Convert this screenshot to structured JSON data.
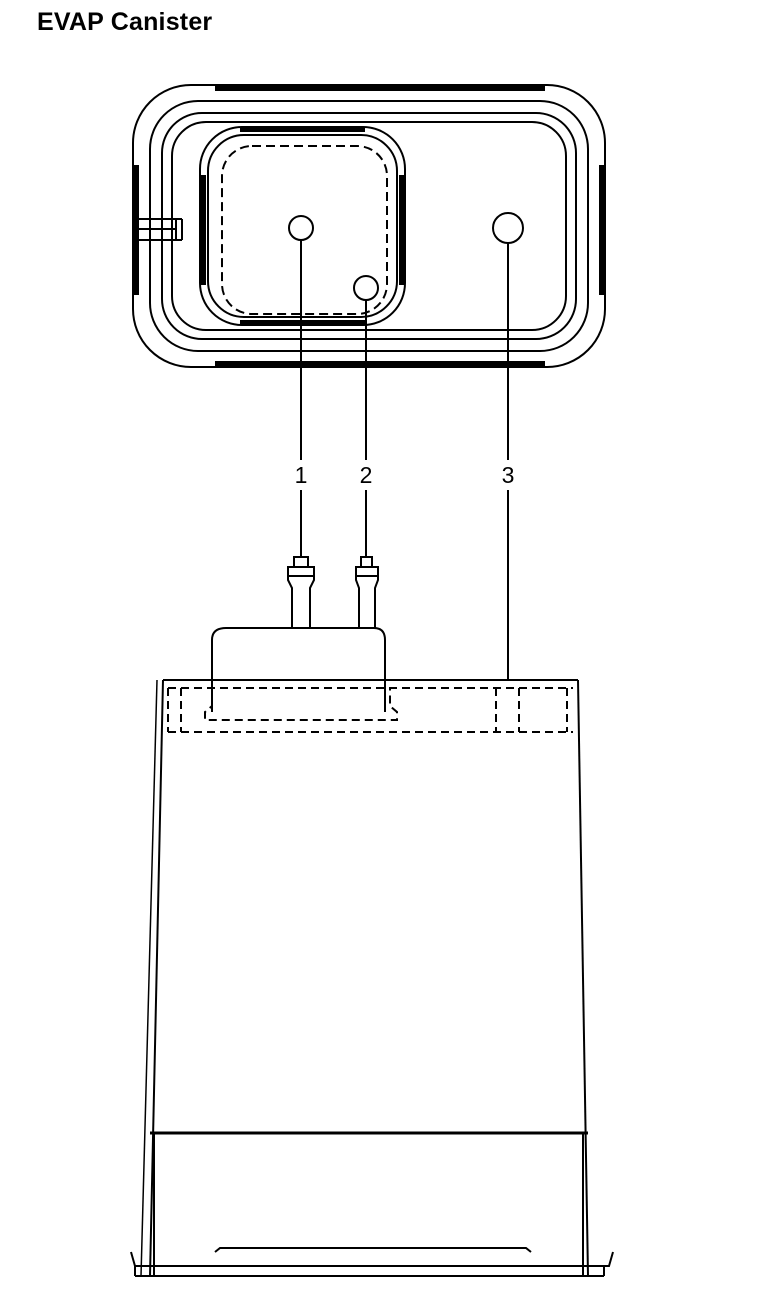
{
  "title": "EVAP Canister",
  "callouts": [
    {
      "number": "1"
    },
    {
      "number": "2"
    },
    {
      "number": "3"
    }
  ],
  "colors": {
    "line": "#000000",
    "background": "#ffffff"
  }
}
